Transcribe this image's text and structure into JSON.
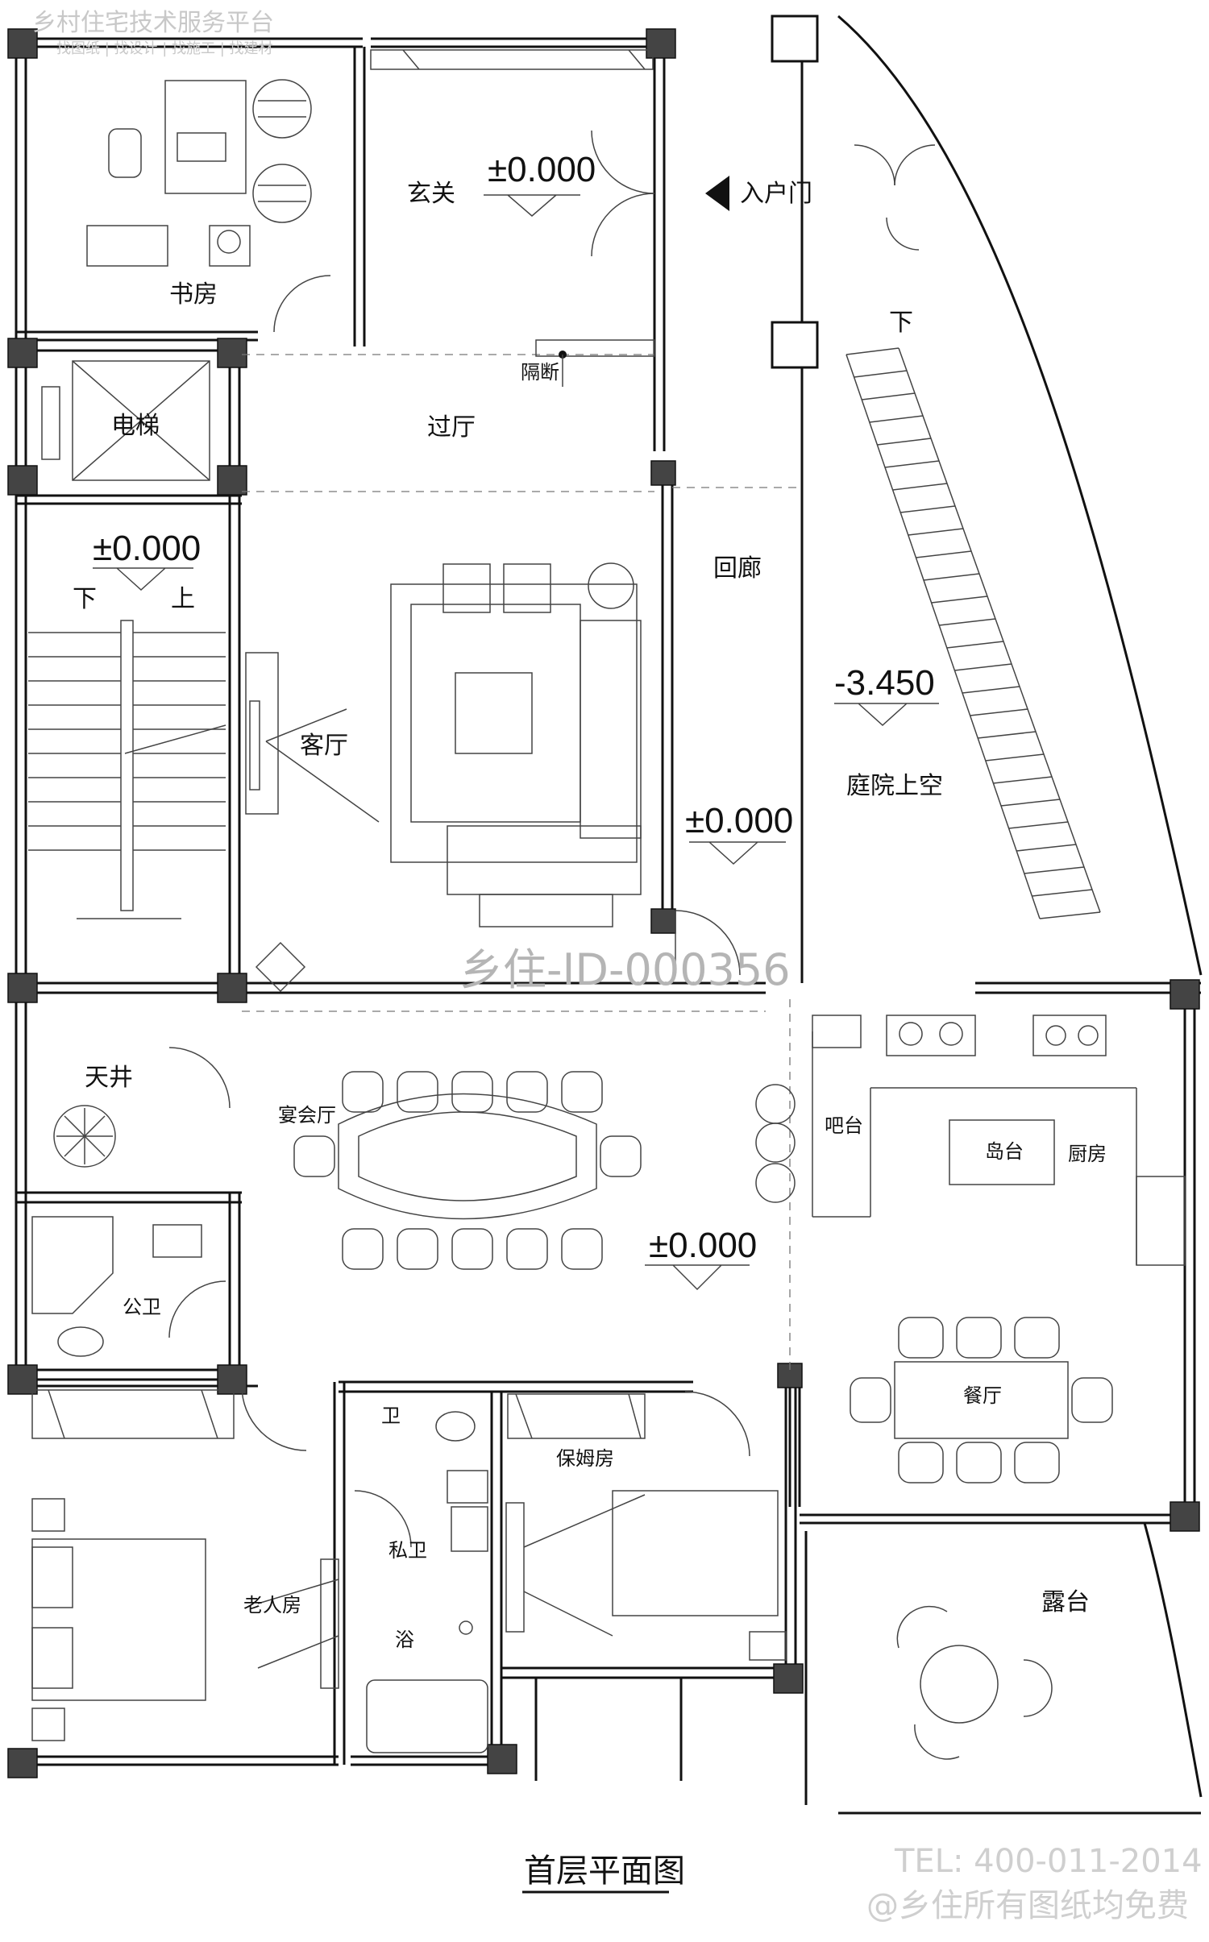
{
  "watermark": {
    "platform": "乡村住宅技术服务平台",
    "services": "找图纸 | 找设计 | 找施工 | 找建材",
    "id": "乡住-ID-000356"
  },
  "rooms": {
    "study": "书房",
    "foyer": "玄关",
    "elevator": "电梯",
    "hall": "过厅",
    "partition": "隔断",
    "corridor": "回廊",
    "living": "客厅",
    "courtyard_void": "庭院上空",
    "lightwell": "天井",
    "banquet": "宴会厅",
    "bar": "吧台",
    "island": "岛台",
    "kitchen": "厨房",
    "public_wc": "公卫",
    "dining": "餐厅",
    "wc": "卫",
    "private_wc": "私卫",
    "bath": "浴",
    "nanny_room": "保姆房",
    "elder_room": "老人房",
    "terrace": "露台"
  },
  "labels": {
    "entry_door": "入户门",
    "stair_down": "下",
    "stair_up": "上",
    "stair_down_outside": "下"
  },
  "elevations": {
    "foyer": "±0.000",
    "stair": "±0.000",
    "corridor": "±0.000",
    "banquet": "±0.000",
    "courtyard": "-3.450"
  },
  "footer": {
    "title": "首层平面图",
    "phone": "TEL: 400-011-2014",
    "note": "@乡住所有图纸均免费"
  }
}
